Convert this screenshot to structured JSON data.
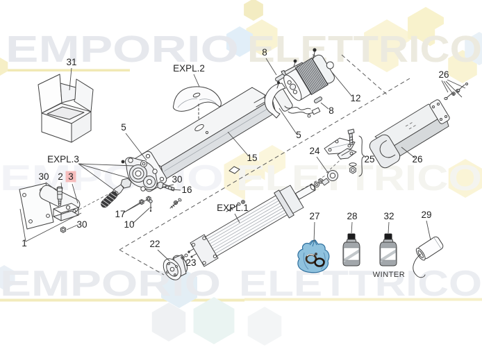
{
  "watermark": {
    "word1": "EMPORIO",
    "word2": "ELETTRICO"
  },
  "diagram": {
    "type": "exploded-parts-diagram",
    "callouts": {
      "n1": "1",
      "n2": "2",
      "n3": "3",
      "n5": "5",
      "n8": "8",
      "n10": "10",
      "n12": "12",
      "n15": "15",
      "n16": "16",
      "n17": "17",
      "n22": "22",
      "n23": "23",
      "n24": "24",
      "n25": "25",
      "n26": "26",
      "n27": "27",
      "n28": "28",
      "n29": "29",
      "n30": "30",
      "n31": "31",
      "n32": "32"
    },
    "groups": {
      "expl1": "EXPL.1",
      "expl2": "EXPL.2",
      "expl3": "EXPL.3"
    },
    "annotations": {
      "winter": "WINTER"
    },
    "highlighted_callout": "3"
  },
  "colors": {
    "line": "#3f3f3f",
    "label": "#222222",
    "highlight_bg": "#f5bcbc",
    "highlight_text": "#cc3333",
    "watermark_gray": "#e7e9ee",
    "watermark_cream": "#eceadf",
    "hex_yellow": "#f9f3d2",
    "hex_blue": "#e2edf6",
    "strip_yellow": "#f2ebbb",
    "bag_blue": "#8fc2de",
    "bottle_gray": "#a2a7ab",
    "worm_black": "#3a3a3c"
  }
}
